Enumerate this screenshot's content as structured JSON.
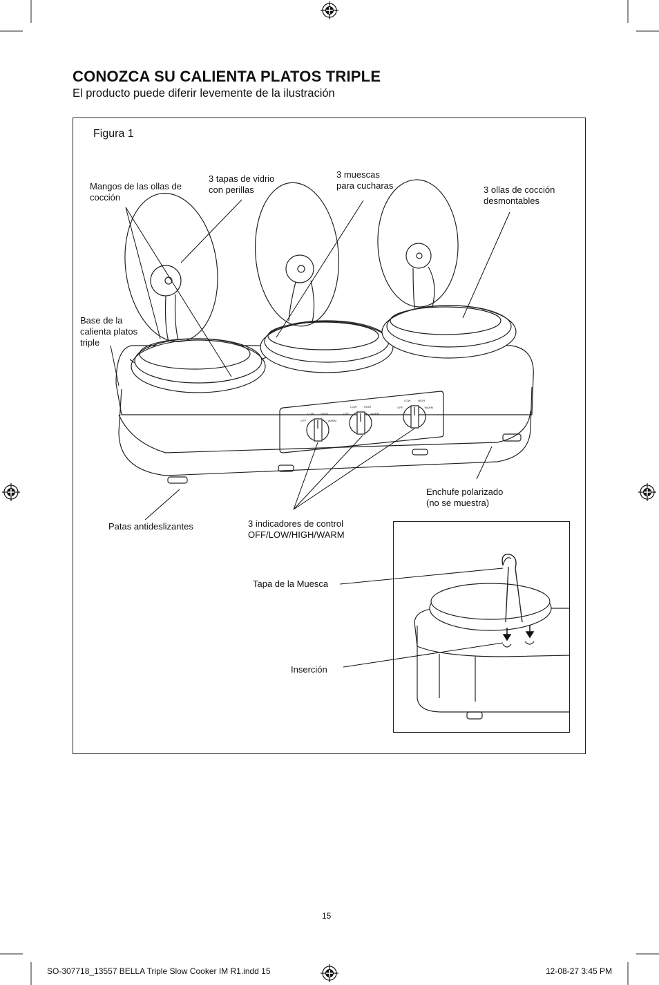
{
  "header": {
    "title": "CONOZCA SU CALIENTA PLATOS TRIPLE",
    "subtitle": "El producto puede diferir levemente de la ilustración"
  },
  "figure": {
    "label": "Figura 1",
    "callouts": {
      "handles": [
        "Mangos de las ollas de",
        "cocción"
      ],
      "lids": [
        "3 tapas de vidrio",
        "con perillas"
      ],
      "notches": [
        "3 muescas",
        "para cucharas"
      ],
      "pots": [
        "3 ollas de cocción",
        "desmontables"
      ],
      "base": [
        "Base de la",
        "calienta platos",
        "triple"
      ],
      "plug": [
        "Enchufe polarizado",
        "(no se muestra)"
      ],
      "feet": "Patas antideslizantes",
      "controls": [
        "3 indicadores de control",
        "OFF/LOW/HIGH/WARM"
      ],
      "notch_lid": "Tapa de la Muesca",
      "insertion": "Inserción"
    },
    "dial_labels": [
      "OFF",
      "LOW",
      "HIGH",
      "WARM"
    ]
  },
  "page_number": "15",
  "footer": {
    "file": "SO-307718_13557 BELLA Triple Slow Cooker IM R1.indd   15",
    "timestamp": "12-08-27   3:45 PM"
  }
}
